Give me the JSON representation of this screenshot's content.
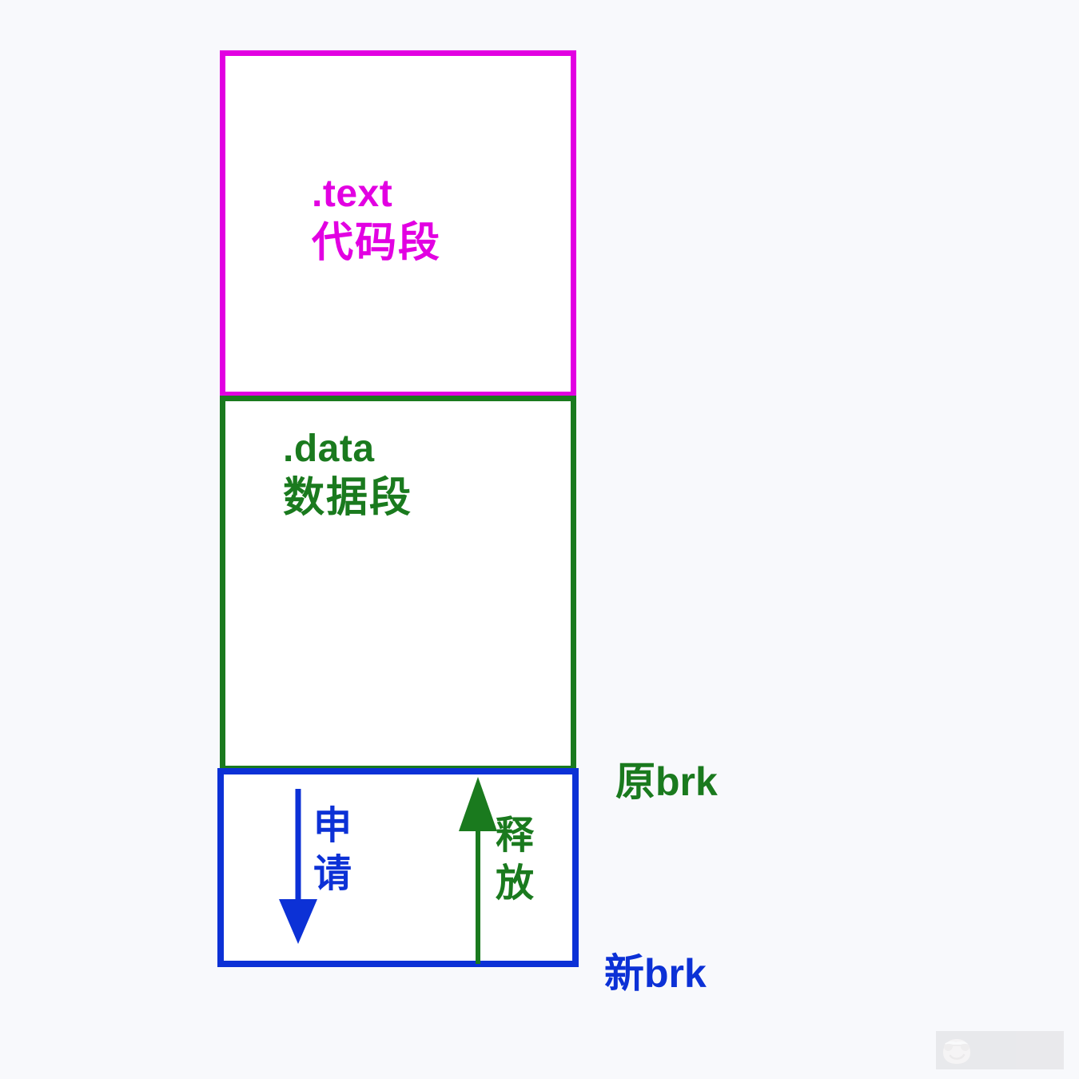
{
  "diagram": {
    "title": "Linux process memory layout with brk",
    "background_color": "#f8f9fc"
  },
  "segments": [
    {
      "id": "text-segment",
      "latin_label": ".text",
      "cjk_label": "代码段",
      "color": "#e200e2",
      "border_color": "#e200e2"
    },
    {
      "id": "data-segment",
      "latin_label": ".data",
      "cjk_label": "数据段",
      "color": "#1a7a1e",
      "border_color": "#1a7a1e"
    },
    {
      "id": "heap-segment",
      "latin_label": "",
      "cjk_label": "",
      "color": "#0c31d6",
      "border_color": "#0c31d6"
    }
  ],
  "arrows": [
    {
      "id": "allocate-arrow",
      "direction": "down",
      "caption_line1": "申",
      "caption_line2": "请",
      "color": "#0c31d6"
    },
    {
      "id": "release-arrow",
      "direction": "up",
      "caption_line1": "释",
      "caption_line2": "放",
      "color": "#1a7a1e"
    }
  ],
  "markers": [
    {
      "id": "original-brk",
      "label": "原brk",
      "color": "#1a7a1e"
    },
    {
      "id": "new-brk",
      "label": "新brk",
      "color": "#0c31d6"
    }
  ],
  "watermark": {
    "icon": "sunglasses-face-icon",
    "text": ""
  }
}
